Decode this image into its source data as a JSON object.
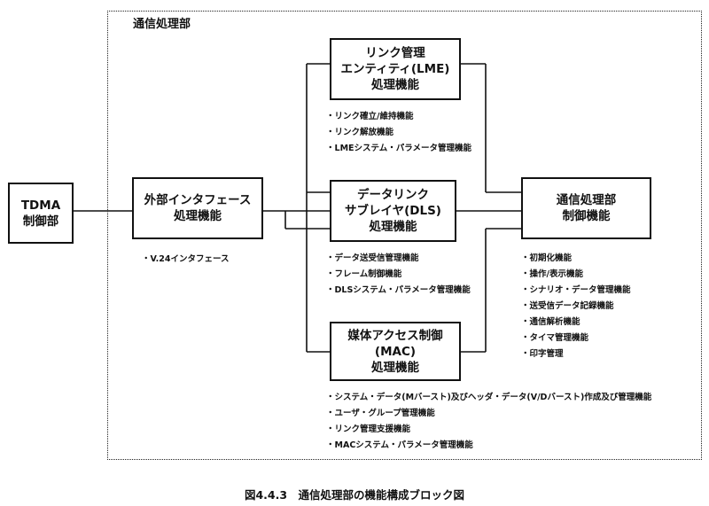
{
  "frame": {
    "title": "通信処理部"
  },
  "blocks": {
    "tdma": {
      "lines": [
        "TDMA",
        "制御部"
      ]
    },
    "ext_if": {
      "lines": [
        "外部インタフェース",
        "処理機能"
      ]
    },
    "lme": {
      "lines": [
        "リンク管理",
        "エンティティ(LME)",
        "処理機能"
      ]
    },
    "dls": {
      "lines": [
        "データリンク",
        "サブレイヤ(DLS)",
        "処理機能"
      ]
    },
    "mac": {
      "lines": [
        "媒体アクセス制御",
        "(MAC)",
        "処理機能"
      ]
    },
    "ctrl": {
      "lines": [
        "通信処理部",
        "制御機能"
      ]
    }
  },
  "notes": {
    "ext_if": [
      "V.24インタフェース"
    ],
    "lme": [
      "リンク確立/維持機能",
      "リンク解放機能",
      "LMEシステム・パラメータ管理機能"
    ],
    "dls": [
      "データ送受信管理機能",
      "フレーム制御機能",
      "DLSシステム・パラメータ管理機能"
    ],
    "mac": [
      "システム・データ(Mバースト)及びヘッダ・データ(V/Dバースト)作成及び管理機能",
      "ユーザ・グループ管理機能",
      "リンク管理支援機能",
      "MACシステム・パラメータ管理機能"
    ],
    "ctrl": [
      "初期化機能",
      "操作/表示機能",
      "シナリオ・データ管理機能",
      "送受信データ記録機能",
      "通信解析機能",
      "タイマ管理機能",
      "印字管理"
    ]
  },
  "caption": "図4.4.3　通信処理部の機能構成ブロック図"
}
